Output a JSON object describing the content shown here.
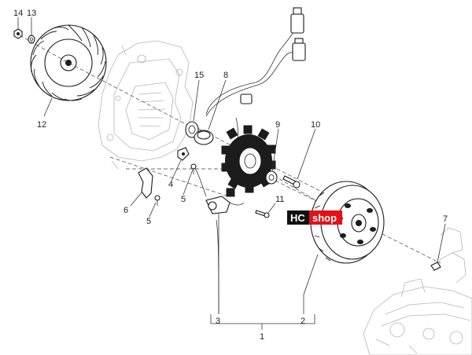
{
  "callouts": {
    "c14": "14",
    "c13": "13",
    "c12": "12",
    "c15": "15",
    "c8": "8",
    "c9": "9",
    "c10": "10",
    "c4": "4",
    "c5a": "5",
    "c6": "6",
    "c5b": "5",
    "c11": "11",
    "c7": "7",
    "c3": "3",
    "c2": "2",
    "c1": "1"
  },
  "watermark": {
    "left": "HC",
    "right": "shop"
  },
  "colors": {
    "watermark_red": "#e3101a",
    "watermark_dark": "#111111",
    "line": "#333333",
    "faint": "#b5b5b5"
  }
}
